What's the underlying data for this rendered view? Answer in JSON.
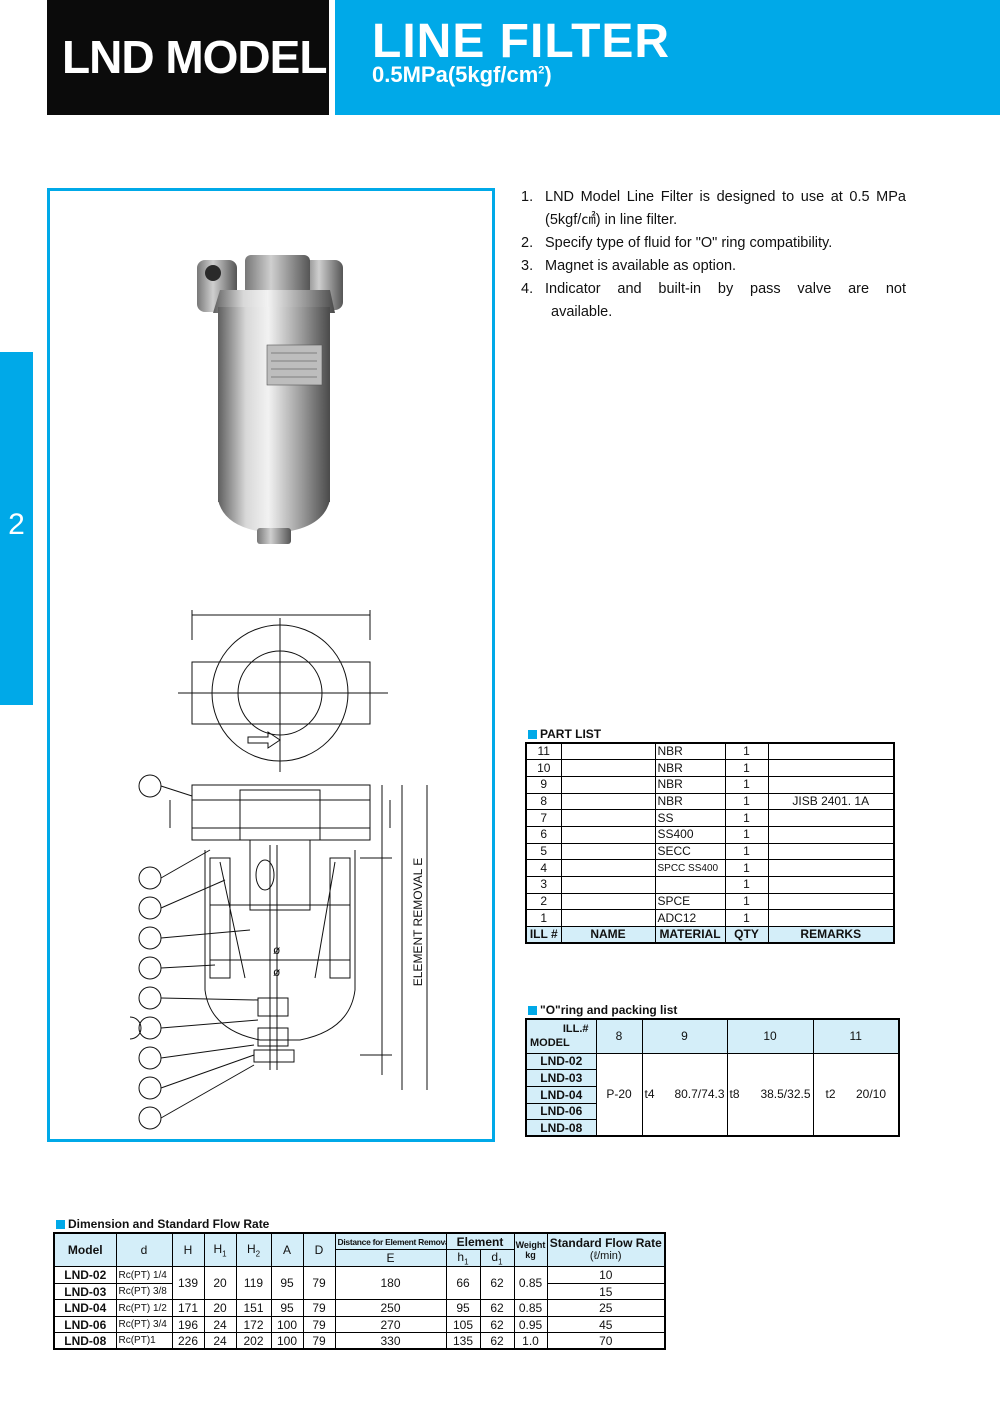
{
  "header": {
    "model": "LND MODEL",
    "title": "LINE FILTER",
    "pressure_main": "0.5MPa(5kgf/cm",
    "pressure_sup": "2",
    "pressure_close": ")"
  },
  "side_tab": "2",
  "notes": [
    {
      "num": "1.",
      "text": "LND Model Line Filter is designed to use at 0.5 MPa"
    },
    {
      "num": "",
      "text": "(5kgf/㎠) in line filter."
    },
    {
      "num": "2.",
      "text": "Specify type of fluid for \"O\" ring compatibility."
    },
    {
      "num": "3.",
      "text": "Magnet is available as option."
    },
    {
      "num": "4.",
      "text": "Indicator and built-in by pass valve are not"
    },
    {
      "num": "",
      "text": "available."
    }
  ],
  "drawing": {
    "element_removal_label": "ELEMENT REMOVAL E",
    "phi_1": "ø",
    "phi_2": "ø"
  },
  "part_list": {
    "title": "PART LIST",
    "headers": [
      "ILL #",
      "NAME",
      "MATERIAL",
      "QTY",
      "REMARKS"
    ],
    "rows": [
      {
        "ill": "11",
        "name": "",
        "material": "NBR",
        "qty": "1",
        "remarks": ""
      },
      {
        "ill": "10",
        "name": "",
        "material": "NBR",
        "qty": "1",
        "remarks": ""
      },
      {
        "ill": "9",
        "name": "",
        "material": "NBR",
        "qty": "1",
        "remarks": ""
      },
      {
        "ill": "8",
        "name": "",
        "material": "NBR",
        "qty": "1",
        "remarks": "JISB 2401. 1A"
      },
      {
        "ill": "7",
        "name": "",
        "material": "SS",
        "qty": "1",
        "remarks": ""
      },
      {
        "ill": "6",
        "name": "",
        "material": "SS400",
        "qty": "1",
        "remarks": ""
      },
      {
        "ill": "5",
        "name": "",
        "material": "SECC",
        "qty": "1",
        "remarks": ""
      },
      {
        "ill": "4",
        "name": "",
        "material": "SPCC   SS400",
        "qty": "1",
        "remarks": ""
      },
      {
        "ill": "3",
        "name": "",
        "material": "",
        "qty": "1",
        "remarks": ""
      },
      {
        "ill": "2",
        "name": "",
        "material": "SPCE",
        "qty": "1",
        "remarks": ""
      },
      {
        "ill": "1",
        "name": "",
        "material": "ADC12",
        "qty": "1",
        "remarks": ""
      }
    ]
  },
  "oring_list": {
    "title": "\"O\"ring and packing list",
    "corner_top": "ILL.#",
    "corner_bottom": "MODEL",
    "cols": [
      "8",
      "9",
      "10",
      "11"
    ],
    "models": [
      "LND-02",
      "LND-03",
      "LND-04",
      "LND-06",
      "LND-08"
    ],
    "values": {
      "c8": "P-20",
      "c9a": "t4",
      "c9b": "80.7/74.3",
      "c10a": "t8",
      "c10b": "38.5/32.5",
      "c11a": "t2",
      "c11b": "20/10"
    }
  },
  "dimensions": {
    "title": "Dimension and Standard Flow Rate",
    "headers": {
      "model": "Model",
      "d": "d",
      "H": "H",
      "H1": "H",
      "H1_sub": "1",
      "H2": "H",
      "H2_sub": "2",
      "A": "A",
      "D": "D",
      "E_top": "Distance for Element Removal",
      "E": "E",
      "element": "Element",
      "h1": "h",
      "h1_sub": "1",
      "d1": "d",
      "d1_sub": "1",
      "weight_top": "Weight",
      "weight_unit": "kg",
      "flow_top": "Standard Flow Rate",
      "flow_unit": "(ℓ/min)"
    },
    "rows": [
      {
        "model": "LND-02",
        "d": "Rc(PT)",
        "d_frac": "1/4",
        "flow": "10"
      },
      {
        "model": "LND-03",
        "d": "Rc(PT)",
        "d_frac": "3/8",
        "flow": "15"
      },
      {
        "model": "LND-04",
        "d": "Rc(PT)",
        "d_frac": "1/2",
        "H": "171",
        "H1": "20",
        "H2": "151",
        "A": "95",
        "D": "79",
        "E": "250",
        "h1": "95",
        "d1": "62",
        "w": "0.85",
        "flow": "25"
      },
      {
        "model": "LND-06",
        "d": "Rc(PT)",
        "d_frac": "3/4",
        "H": "196",
        "H1": "24",
        "H2": "172",
        "A": "100",
        "D": "79",
        "E": "270",
        "h1": "105",
        "d1": "62",
        "w": "0.95",
        "flow": "45"
      },
      {
        "model": "LND-08",
        "d": "Rc(PT)1",
        "d_frac": "",
        "H": "226",
        "H1": "24",
        "H2": "202",
        "A": "100",
        "D": "79",
        "E": "330",
        "h1": "135",
        "d1": "62",
        "w": "1.0",
        "flow": "70"
      }
    ],
    "merged": {
      "H": "139",
      "H1": "20",
      "H2": "119",
      "A": "95",
      "D": "79",
      "E": "180",
      "h1": "66",
      "d1": "62",
      "w": "0.85"
    }
  }
}
